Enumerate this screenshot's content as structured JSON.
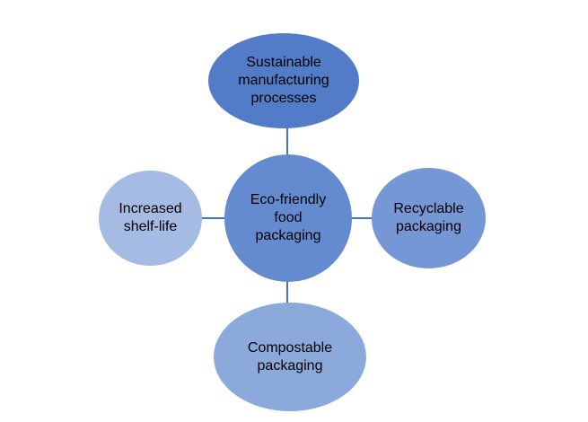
{
  "diagram": {
    "type": "radial",
    "background_color": "#ffffff",
    "text_color": "#000000",
    "connectors": {
      "color": "#4472C4"
    },
    "center": {
      "label": "Eco-friendly food packaging",
      "color": "#648BCF"
    },
    "nodes": [
      {
        "position": "top",
        "label": "Sustainable manufacturing processes",
        "color": "#527CC7"
      },
      {
        "position": "right",
        "label": "Recyclable packaging",
        "color": "#7697D5"
      },
      {
        "position": "bottom",
        "label": "Compostable packaging",
        "color": "#8CA9DC"
      },
      {
        "position": "left",
        "label": "Increased shelf-life",
        "color": "#A5BBE4"
      }
    ]
  }
}
